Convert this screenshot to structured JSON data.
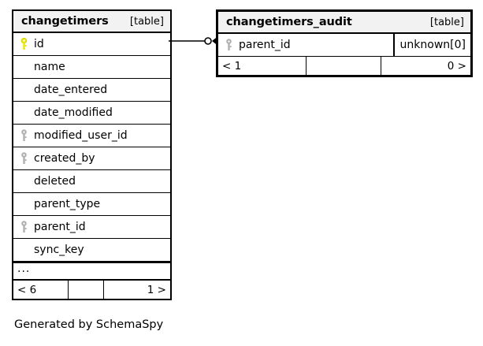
{
  "diagram": {
    "caption": "Generated by SchemaSpy",
    "colors": {
      "primary_key": "#e8e800",
      "foreign_key": "#b0b0b0",
      "header_background": "#f2f2f2",
      "border": "#000000",
      "background": "#ffffff"
    },
    "tables": [
      {
        "id": "changetimers",
        "name": "changetimers",
        "type_label": "[table]",
        "columns": [
          {
            "name": "id",
            "key": "primary",
            "key_icon": "key-icon-primary",
            "type": ""
          },
          {
            "name": "name",
            "key": "none",
            "key_icon": "",
            "type": ""
          },
          {
            "name": "date_entered",
            "key": "none",
            "key_icon": "",
            "type": ""
          },
          {
            "name": "date_modified",
            "key": "none",
            "key_icon": "",
            "type": ""
          },
          {
            "name": "modified_user_id",
            "key": "foreign",
            "key_icon": "key-icon-foreign",
            "type": ""
          },
          {
            "name": "created_by",
            "key": "foreign",
            "key_icon": "key-icon-foreign",
            "type": ""
          },
          {
            "name": "deleted",
            "key": "none",
            "key_icon": "",
            "type": ""
          },
          {
            "name": "parent_type",
            "key": "none",
            "key_icon": "",
            "type": ""
          },
          {
            "name": "parent_id",
            "key": "foreign",
            "key_icon": "key-icon-foreign",
            "type": ""
          },
          {
            "name": "sync_key",
            "key": "none",
            "key_icon": "",
            "type": ""
          }
        ],
        "more_indicator": "...",
        "footer": {
          "left": "< 6",
          "middle": "",
          "right": "1 >"
        }
      },
      {
        "id": "changetimers_audit",
        "name": "changetimers_audit",
        "type_label": "[table]",
        "columns": [
          {
            "name": "parent_id",
            "key": "foreign",
            "key_icon": "key-icon-foreign",
            "type": "unknown[0]"
          }
        ],
        "footer": {
          "left": "< 1",
          "middle": "",
          "right": "0 >"
        }
      }
    ],
    "relationship": {
      "name": "changetimers-to-changetimers-audit",
      "from": "changetimers.id",
      "to": "changetimers_audit.parent_id",
      "source_marker": "zero-or-one-circle",
      "target_marker": "crows-foot"
    }
  }
}
